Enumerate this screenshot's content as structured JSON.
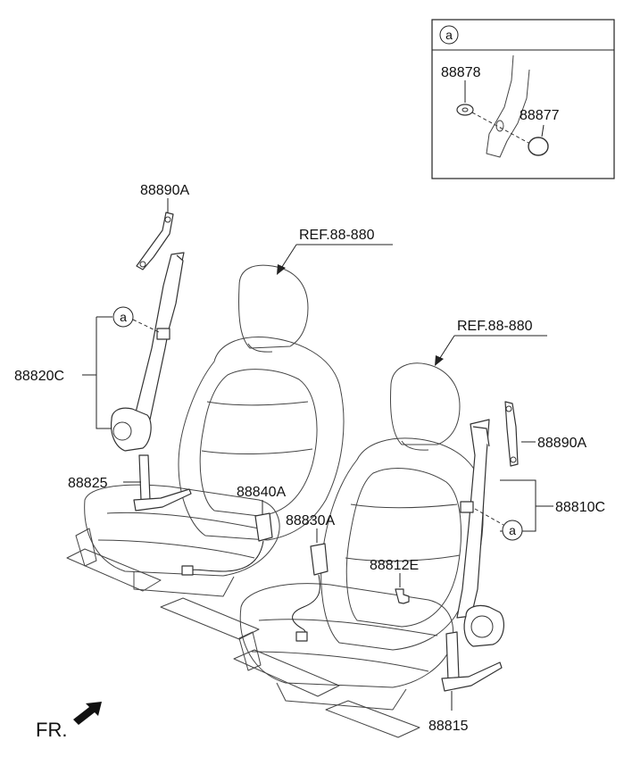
{
  "callouts": {
    "p88890A_left": "88890A",
    "p88820C": "88820C",
    "p88825": "88825",
    "p88840A": "88840A",
    "p88830A": "88830A",
    "p88812E": "88812E",
    "p88815": "88815",
    "p88810C": "88810C",
    "p88890A_right": "88890A",
    "ref_left": "REF.88-880",
    "ref_right": "REF.88-880"
  },
  "detail_box": {
    "marker": "a",
    "p88878": "88878",
    "p88877": "88877"
  },
  "markers": {
    "left": "a",
    "right": "a"
  },
  "front_label": "FR."
}
